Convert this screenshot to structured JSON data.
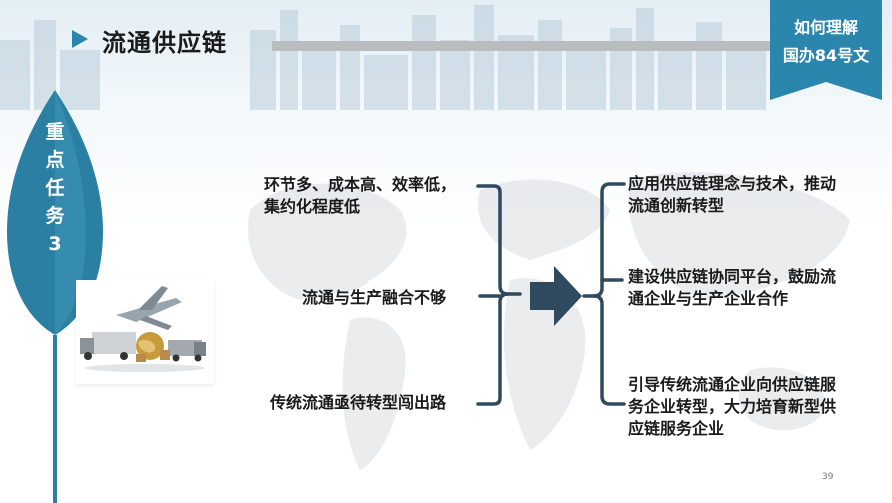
{
  "header": {
    "title": "流通供应链",
    "badge_line1": "如何理解",
    "badge_line2": "国办84号文"
  },
  "side_leaf": {
    "chars": [
      "重",
      "点",
      "任",
      "务",
      "3"
    ]
  },
  "problems": [
    {
      "line1": "环节多、成本高、效率低，",
      "line2": "集约化程度低"
    },
    {
      "line1": "流通与生产融合不够",
      "line2": ""
    },
    {
      "line1": "传统流通亟待转型闯出路",
      "line2": ""
    }
  ],
  "tasks": [
    {
      "line1": "应用供应链理念与技术，推动",
      "line2": "流通创新转型",
      "line3": ""
    },
    {
      "line1": "建设供应链协同平台，鼓励流",
      "line2": "通企业与生产企业合作",
      "line3": ""
    },
    {
      "line1": "引导传统流通企业向供应链服",
      "line2": "务企业转型，大力培育新型供",
      "line3": "应链服务企业"
    }
  ],
  "page_number": "39",
  "colors": {
    "accent_blue": "#2b86ad",
    "leaf_blue": "#2b7fa3",
    "connector": "#2f4a5f",
    "title_bar": "#b9bdc0"
  }
}
